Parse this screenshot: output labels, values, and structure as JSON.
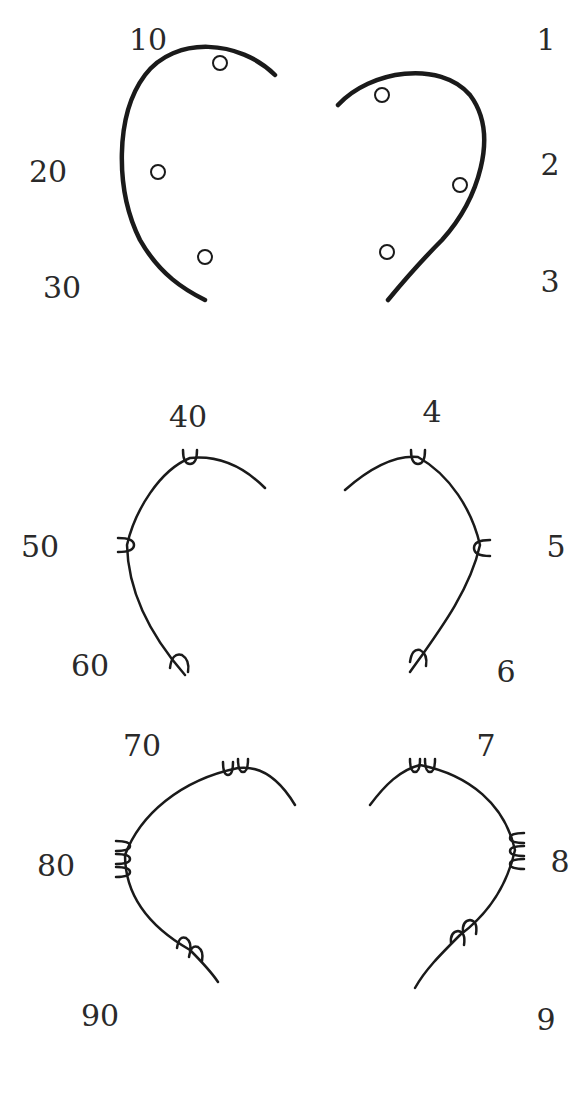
{
  "diagram": {
    "labels": [
      "10",
      "1",
      "20",
      "2",
      "30",
      "3",
      "40",
      "4",
      "50",
      "5",
      "60",
      "6",
      "70",
      "7",
      "80",
      "8",
      "90",
      "9"
    ]
  }
}
